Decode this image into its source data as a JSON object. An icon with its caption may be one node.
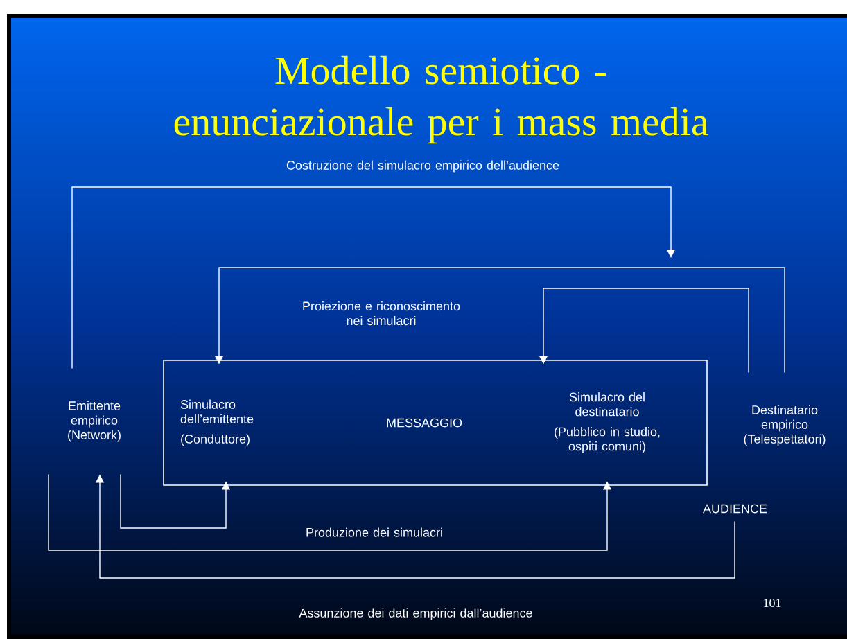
{
  "diagram": {
    "title": "Modello semiotico - enunciazionale per i mass media",
    "nodes": [
      {
        "text": [
          "Emittente empirico (Network)"
        ]
      },
      {
        "text": [
          "MESSAGGIO"
        ]
      },
      {
        "text": [
          "Simulacro dell’emittente",
          "(Conduttore)"
        ],
        "in": 1
      },
      {
        "text": [
          "Simulacro del destinatario",
          "(Pubblico in studio, ospiti comuni)"
        ],
        "in": 1
      },
      {
        "text": [
          "Destinatario empirico (Telespettatori)"
        ]
      },
      {
        "text": [
          "AUDIENCE"
        ]
      }
    ],
    "edges": [
      {
        "from": 0,
        "to": null,
        "arrow": "to",
        "label": "Costruzione del simulacro empirico dell’audience"
      },
      {
        "from": 4,
        "to": 2,
        "arrow": "to",
        "label": "Proiezione e riconoscimento nei simulacri"
      },
      {
        "from": 4,
        "to": 3,
        "arrow": "to"
      },
      {
        "from": 0,
        "to": 2,
        "arrow": "to"
      },
      {
        "from": 0,
        "to": 3,
        "arrow": "to",
        "label": "Produzione dei simulacri"
      },
      {
        "from": 5,
        "to": 0,
        "arrow": "to",
        "label": "Assunzione dei dati empirici dall’audience"
      }
    ],
    "labels": [
      "101"
    ]
  }
}
